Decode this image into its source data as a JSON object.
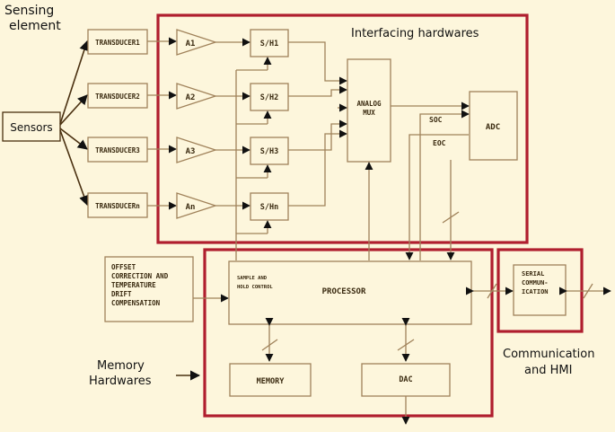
{
  "labels": {
    "sensing_element": [
      "Sensing",
      "element"
    ],
    "sensors": "Sensors",
    "interfacing_hardwares": "Interfacing hardwares",
    "memory_hardwares": [
      "Memory",
      "Hardwares"
    ],
    "communication_hmi": [
      "Communication",
      "and HMI"
    ]
  },
  "transducers": [
    "TRANSDUCER1",
    "TRANSDUCER2",
    "TRANSDUCER3",
    "TRANSDUCERn"
  ],
  "amplifiers": [
    "A1",
    "A2",
    "A3",
    "An"
  ],
  "sample_holds": [
    "S/H1",
    "S/H2",
    "S/H3",
    "S/Hn"
  ],
  "mux": [
    "ANALOG",
    "MUX"
  ],
  "adc": "ADC",
  "soc": "SOC",
  "eoc": "EOC",
  "offset": [
    "OFFSET",
    "CORRECTION AND",
    "TEMPERATURE",
    "DRIFT",
    "COMPENSATION"
  ],
  "sample_hold_control": [
    "SAMPLE AND",
    "HOLD CONTROL"
  ],
  "processor": "PROCESSOR",
  "memory": "MEMORY",
  "dac": "DAC",
  "serial": [
    "SERIAL",
    "COMMUN-",
    "ICATION"
  ]
}
